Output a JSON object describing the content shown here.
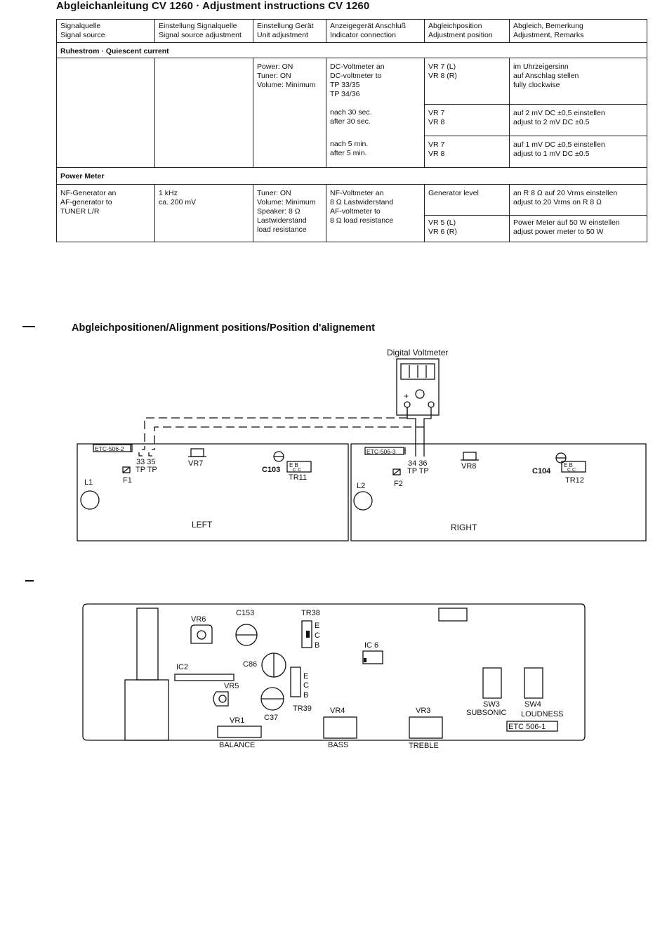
{
  "page": {
    "title": "Abgleichanleitung CV 1260 · Adjustment instructions CV 1260",
    "diagram_title": "Abgleichpositionen/Alignment positions/Position d'alignement"
  },
  "table": {
    "headers": [
      [
        "Signalquelle",
        "Signal source"
      ],
      [
        "Einstellung Signalquelle",
        "Signal source adjustment"
      ],
      [
        "Einstellung Gerät",
        "Unit adjustment"
      ],
      [
        "Anzeigegerät Anschluß",
        "Indicator connection"
      ],
      [
        "Abgleichposition",
        "Adjustment position"
      ],
      [
        "Abgleich, Bemerkung",
        "Adjustment, Remarks"
      ]
    ],
    "section_quiescent": "Ruhestrom · Quiescent current",
    "section_power": "Power Meter",
    "quiescent": {
      "unit": [
        "Power: ON",
        "Tuner: ON",
        "Volume: Minimum"
      ],
      "rows": [
        {
          "indicator": [
            "DC-Voltmeter an",
            "DC-voltmeter to",
            "TP 33/35",
            "TP 34/36"
          ],
          "position": [
            "VR 7 (L)",
            "VR 8 (R)"
          ],
          "remarks": [
            "im Uhrzeigersinn",
            "auf Anschlag stellen",
            "fully clockwise"
          ]
        },
        {
          "indicator": [
            "nach 30 sec.",
            "after 30 sec."
          ],
          "position": [
            "VR 7",
            "VR 8"
          ],
          "remarks": [
            "auf 2 mV DC ±0,5 einstellen",
            "adjust to 2 mV DC ±0.5"
          ]
        },
        {
          "indicator": [
            "nach 5 min.",
            "after 5 min."
          ],
          "position": [
            "VR 7",
            "VR 8"
          ],
          "remarks": [
            "auf 1 mV DC ±0,5 einstellen",
            "adjust to 1 mV DC ±0.5"
          ]
        }
      ]
    },
    "power": {
      "source": [
        "NF-Generator an",
        "AF-generator to",
        "TUNER L/R"
      ],
      "source_adj": [
        "1 kHz",
        "ca. 200 mV"
      ],
      "unit": [
        "Tuner: ON",
        "Volume: Minimum",
        "Speaker: 8 Ω",
        "Lastwiderstand",
        "load resistance"
      ],
      "indicator": [
        "NF-Voltmeter an",
        "8 Ω Lastwiderstand",
        "AF-voltmeter to",
        "8 Ω load resistance"
      ],
      "rows": [
        {
          "position": [
            "Generator level"
          ],
          "remarks": [
            "an R 8 Ω auf 20 Vrms einstellen",
            "adjust to 20 Vrms on R 8 Ω"
          ]
        },
        {
          "position": [
            "VR 5 (L)",
            "VR 6 (R)"
          ],
          "remarks": [
            "Power Meter auf 50 W einstellen",
            "adjust power meter to 50 W"
          ]
        }
      ]
    }
  },
  "diagram": {
    "voltmeter_label": "Digital Voltmeter",
    "voltmeter_plus": "+",
    "left": {
      "board_tag": "ETC-506-2",
      "tp_numbers": "33 35",
      "tp_labels": "TP TP",
      "f": "F1",
      "l": "L1",
      "vr": "VR7",
      "c": "C103",
      "tr": "TR11",
      "ebc": "E  B",
      "ebc2": "C  C",
      "name": "LEFT"
    },
    "right": {
      "board_tag": "ETC-506-3",
      "tp_numbers": "34 36",
      "tp_labels": "TP TP",
      "f": "F2",
      "l": "L2",
      "vr": "VR8",
      "c": "C104",
      "tr": "TR12",
      "ebc": "E  B",
      "ebc2": "C  C",
      "name": "RIGHT"
    },
    "bottom": {
      "vr6": "VR6",
      "c153": "C153",
      "tr38": "TR38",
      "ic6": "IC 6",
      "ic2": "IC2",
      "c86": "C86",
      "vr5": "VR5",
      "vr1": "VR1",
      "c37": "C37",
      "tr39": "TR39",
      "vr4": "VR4",
      "vr3": "VR3",
      "e": "E",
      "c": "C",
      "b": "B",
      "sw3": "SW3",
      "sw4": "SW4",
      "subsonic": "SUBSONIC",
      "loudness": "LOUDNESS",
      "board_tag": "ETC 506-1",
      "balance": "BALANCE",
      "bass": "BASS",
      "treble": "TREBLE"
    }
  }
}
